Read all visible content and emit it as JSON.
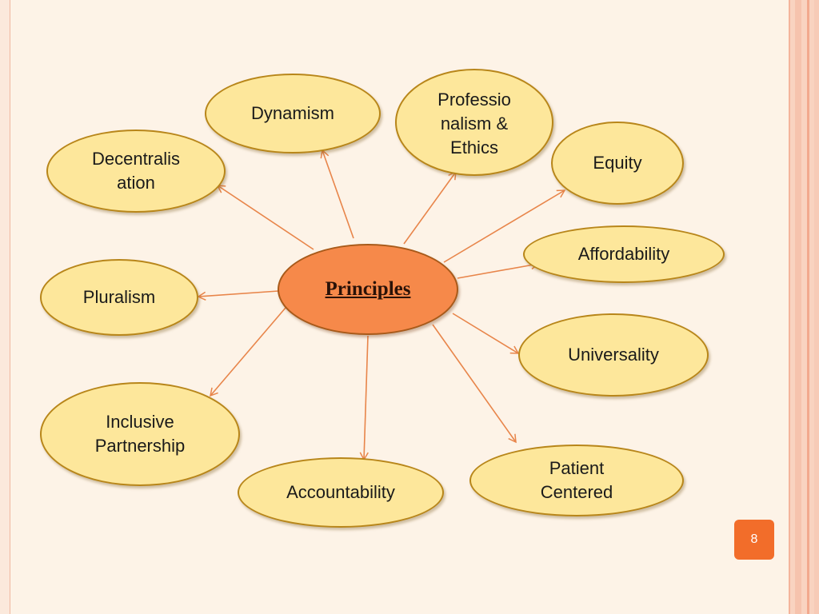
{
  "diagram": {
    "center": {
      "label": "Principles"
    },
    "nodes": [
      {
        "id": "dynamism",
        "label": "Dynamism"
      },
      {
        "id": "professionalism",
        "label": "Professio\nnalism &\nEthics"
      },
      {
        "id": "decentralisation",
        "label": "Decentralis\nation"
      },
      {
        "id": "equity",
        "label": "Equity"
      },
      {
        "id": "affordability",
        "label": "Affordability"
      },
      {
        "id": "pluralism",
        "label": "Pluralism"
      },
      {
        "id": "universality",
        "label": "Universality"
      },
      {
        "id": "inclusive",
        "label": "Inclusive\nPartnership"
      },
      {
        "id": "patient",
        "label": "Patient\nCentered"
      },
      {
        "id": "accountability",
        "label": "Accountability"
      }
    ],
    "edge_color": "#e8854a"
  },
  "slide": {
    "page_number": "8"
  }
}
